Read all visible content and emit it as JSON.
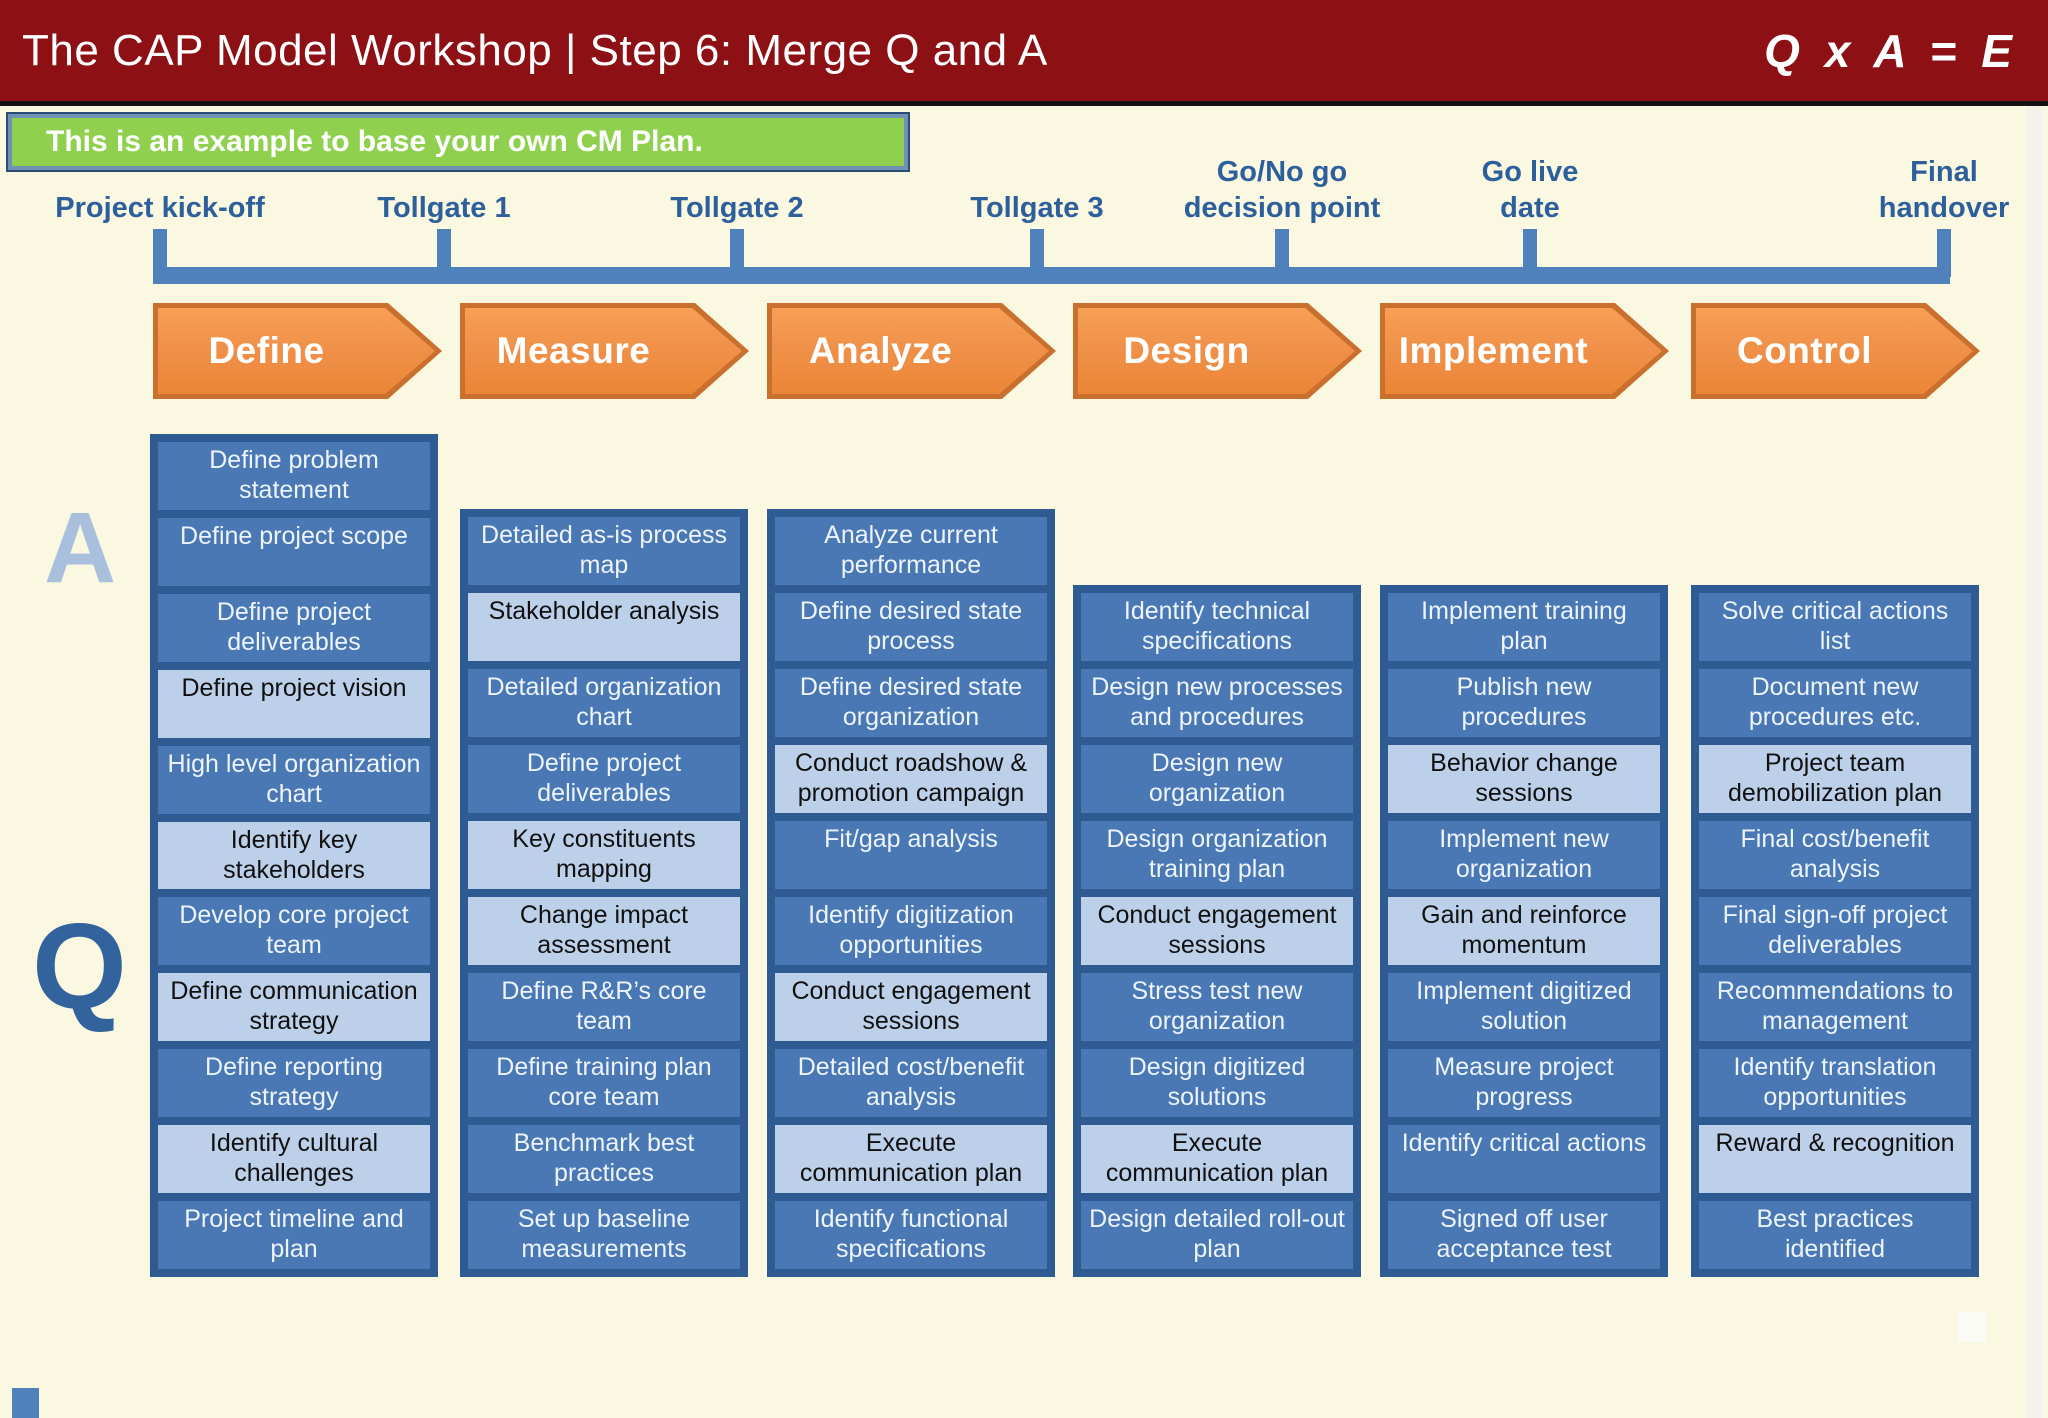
{
  "header": {
    "title": "The CAP Model Workshop | Step 6: Merge Q and A",
    "formula": "Q x A = E"
  },
  "banner": {
    "text": "This is an example to base your own CM Plan."
  },
  "timeline": {
    "milestones": [
      {
        "label": "Project kick-off"
      },
      {
        "label": "Tollgate 1"
      },
      {
        "label": "Tollgate 2"
      },
      {
        "label": "Tollgate 3"
      },
      {
        "label": "Go/No go\ndecision point"
      },
      {
        "label": "Go live\ndate"
      },
      {
        "label": "Final\nhandover"
      }
    ]
  },
  "phases": [
    {
      "label": "Define"
    },
    {
      "label": "Measure"
    },
    {
      "label": "Analyze"
    },
    {
      "label": "Design"
    },
    {
      "label": "Implement"
    },
    {
      "label": "Control"
    }
  ],
  "axis_letters": {
    "a": "A",
    "q": "Q"
  },
  "columns": [
    {
      "phase": "Define",
      "items": [
        {
          "text": "Define problem statement",
          "style": "dark"
        },
        {
          "text": "Define project scope",
          "style": "dark"
        },
        {
          "text": "Define project deliverables",
          "style": "dark"
        },
        {
          "text": "Define project vision",
          "style": "light"
        },
        {
          "text": "High level organization chart",
          "style": "dark"
        },
        {
          "text": "Identify key stakeholders",
          "style": "light"
        },
        {
          "text": "Develop core project team",
          "style": "dark"
        },
        {
          "text": "Define communication strategy",
          "style": "light"
        },
        {
          "text": "Define reporting strategy",
          "style": "dark"
        },
        {
          "text": "Identify cultural challenges",
          "style": "light"
        },
        {
          "text": "Project timeline and plan",
          "style": "dark"
        }
      ]
    },
    {
      "phase": "Measure",
      "items": [
        {
          "text": "Detailed as-is process map",
          "style": "dark"
        },
        {
          "text": "Stakeholder analysis",
          "style": "light"
        },
        {
          "text": "Detailed organization chart",
          "style": "dark"
        },
        {
          "text": "Define project deliverables",
          "style": "dark"
        },
        {
          "text": "Key constituents mapping",
          "style": "light"
        },
        {
          "text": "Change impact assessment",
          "style": "light"
        },
        {
          "text": "Define R&R’s core team",
          "style": "dark"
        },
        {
          "text": "Define training plan core team",
          "style": "dark"
        },
        {
          "text": "Benchmark best practices",
          "style": "dark"
        },
        {
          "text": "Set up baseline measurements",
          "style": "dark"
        }
      ]
    },
    {
      "phase": "Analyze",
      "items": [
        {
          "text": "Analyze current performance",
          "style": "dark"
        },
        {
          "text": "Define desired state process",
          "style": "dark"
        },
        {
          "text": "Define desired state organization",
          "style": "dark"
        },
        {
          "text": "Conduct roadshow & promotion campaign",
          "style": "light"
        },
        {
          "text": "Fit/gap analysis",
          "style": "dark"
        },
        {
          "text": "Identify digitization opportunities",
          "style": "dark"
        },
        {
          "text": "Conduct engagement sessions",
          "style": "light"
        },
        {
          "text": "Detailed cost/benefit analysis",
          "style": "dark"
        },
        {
          "text": "Execute communication plan",
          "style": "light"
        },
        {
          "text": "Identify functional specifications",
          "style": "dark"
        }
      ]
    },
    {
      "phase": "Design",
      "items": [
        {
          "text": "Identify technical specifications",
          "style": "dark"
        },
        {
          "text": "Design new processes and procedures",
          "style": "dark"
        },
        {
          "text": "Design new organization",
          "style": "dark"
        },
        {
          "text": "Design organization training plan",
          "style": "dark"
        },
        {
          "text": "Conduct engagement sessions",
          "style": "light"
        },
        {
          "text": "Stress test new organization",
          "style": "dark"
        },
        {
          "text": "Design digitized solutions",
          "style": "dark"
        },
        {
          "text": "Execute communication plan",
          "style": "light"
        },
        {
          "text": "Design detailed roll-out plan",
          "style": "dark"
        }
      ]
    },
    {
      "phase": "Implement",
      "items": [
        {
          "text": "Implement training plan",
          "style": "dark"
        },
        {
          "text": "Publish new procedures",
          "style": "dark"
        },
        {
          "text": "Behavior change sessions",
          "style": "light"
        },
        {
          "text": "Implement new organization",
          "style": "dark"
        },
        {
          "text": "Gain and reinforce momentum",
          "style": "light"
        },
        {
          "text": "Implement digitized solution",
          "style": "dark"
        },
        {
          "text": "Measure project progress",
          "style": "dark"
        },
        {
          "text": "Identify critical actions",
          "style": "dark"
        },
        {
          "text": "Signed off user acceptance test",
          "style": "dark"
        }
      ]
    },
    {
      "phase": "Control",
      "items": [
        {
          "text": "Solve critical actions list",
          "style": "dark"
        },
        {
          "text": "Document new procedures etc.",
          "style": "dark"
        },
        {
          "text": "Project team demobilization plan",
          "style": "light"
        },
        {
          "text": "Final cost/benefit analysis",
          "style": "dark"
        },
        {
          "text": "Final sign-off project deliverables",
          "style": "dark"
        },
        {
          "text": "Recommendations to management",
          "style": "dark"
        },
        {
          "text": "Identify translation opportunities",
          "style": "dark"
        },
        {
          "text": "Reward & recognition",
          "style": "light"
        },
        {
          "text": "Best practices identified",
          "style": "dark"
        }
      ]
    }
  ],
  "colors": {
    "header_bg": "#8c1014",
    "banner_green": "#8fd04f",
    "timeline_blue": "#4f81bd",
    "milestone_text": "#2d5f9b",
    "chevron_orange": "#f0914a",
    "chevron_border": "#c9702e",
    "box_dark": "#4978b4",
    "box_light": "#bdd0e9",
    "column_frame": "#2e5b92",
    "page_bg": "#fbf8e2"
  }
}
